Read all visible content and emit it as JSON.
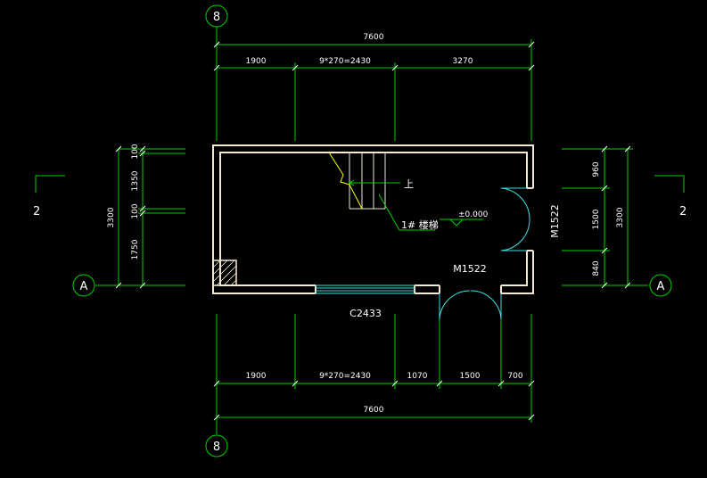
{
  "axes": {
    "grid_8_top": "8",
    "grid_8_bottom": "8",
    "grid_a_left": "A",
    "grid_a_right": "A"
  },
  "section_marks": {
    "left": "2",
    "right": "2"
  },
  "dimensions": {
    "top_total": "7600",
    "top_seg_1": "1900",
    "top_seg_2": "9*270=2430",
    "top_seg_3": "3270",
    "bottom_seg_1": "1900",
    "bottom_seg_2": "9*270=2430",
    "bottom_seg_3": "1070",
    "bottom_seg_4": "1500",
    "bottom_seg_5": "700",
    "bottom_total": "7600",
    "left_total": "3300",
    "left_seg_1": "100",
    "left_seg_2": "1350",
    "left_seg_3": "100",
    "left_seg_4": "1750",
    "right_total": "3300",
    "right_seg_1": "960",
    "right_seg_2": "1500",
    "right_seg_3": "840"
  },
  "labels": {
    "stair_up": "上",
    "stair_name": "1# 楼梯",
    "elevation": "±0.000",
    "window": "C2433",
    "door_bottom": "M1522",
    "door_right": "M1522"
  },
  "colors": {
    "dimension_line": "#00d000",
    "wall": "#f2e8d2",
    "door_window": "#40e0e0",
    "stair": "#ffff00",
    "text": "#ffffff"
  }
}
